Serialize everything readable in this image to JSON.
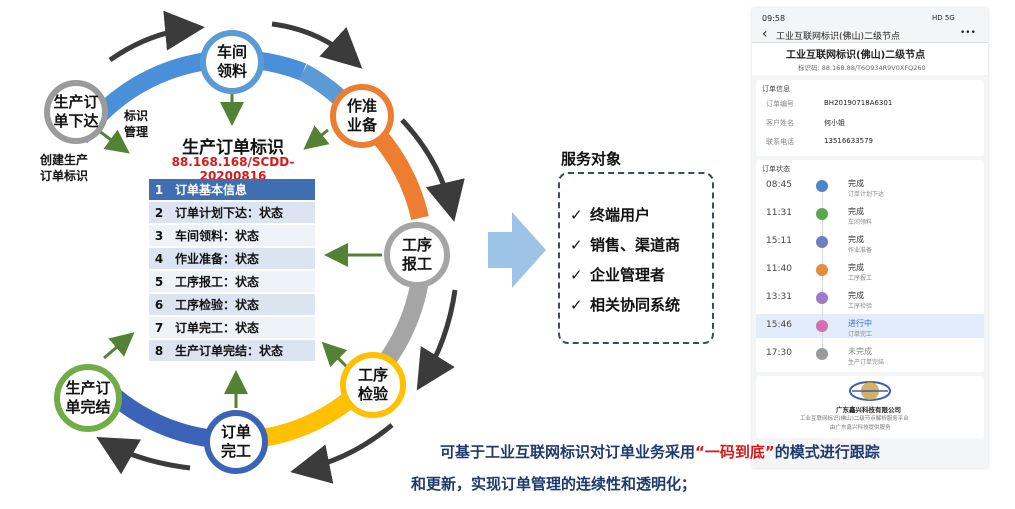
{
  "nodes": {
    "order_issue": "生产订\n单下达",
    "material": "车间\n领料",
    "prep": "作准\n业备",
    "report": "工序\n报工",
    "inspect": "工序\n检验",
    "complete": "订单\n完工",
    "close": "生产订\n单完结"
  },
  "labels": {
    "identify_mgmt": "标识\n管理",
    "create_id": "创建生产\n订单标识"
  },
  "table": {
    "title": "生产订单标识",
    "code": "88.168.168/SCDD-20200816",
    "rows": [
      {
        "num": "1",
        "text": "订单基本信息"
      },
      {
        "num": "2",
        "text": "订单计划下达：状态"
      },
      {
        "num": "3",
        "text": "车间领料：状态"
      },
      {
        "num": "4",
        "text": "作业准备：状态"
      },
      {
        "num": "5",
        "text": "工序报工：状态"
      },
      {
        "num": "6",
        "text": "工序检验：状态"
      },
      {
        "num": "7",
        "text": "订单完工：状态"
      },
      {
        "num": "8",
        "text": "生产订单完结：状态"
      }
    ]
  },
  "services": {
    "title": "服务对象",
    "check": "✓",
    "items": [
      "终端用户",
      "销售、渠道商",
      "企业管理者",
      "相关协同系统"
    ]
  },
  "phone": {
    "time": "09:58",
    "status_right": "HD 5G",
    "nav_title": "工业互联网标识(佛山)二级节点",
    "back": "‹",
    "more": "•••",
    "page_title": "工业互联网标识(佛山)二级节点",
    "id_line": "标识码: 88.168.88/T6O934R9V0XFQ260",
    "order_section": "订单信息",
    "order_fields": [
      {
        "label": "订单编号",
        "value": "BH20190718A6301"
      },
      {
        "label": "客户姓名",
        "value": "何小姐"
      },
      {
        "label": "联系电话",
        "value": "13516633579"
      }
    ],
    "status_section": "订单状态",
    "timeline": [
      {
        "time": "08:45",
        "state": "完成",
        "desc": "订单计划下达",
        "color": "#4a86c8",
        "active": false
      },
      {
        "time": "11:31",
        "state": "完成",
        "desc": "车间领料",
        "color": "#5aa84c",
        "active": false
      },
      {
        "time": "15:11",
        "state": "完成",
        "desc": "作业准备",
        "color": "#6a7fc4",
        "active": false
      },
      {
        "time": "11:40",
        "state": "完成",
        "desc": "工序报工",
        "color": "#e68a3c",
        "active": false
      },
      {
        "time": "13:31",
        "state": "完成",
        "desc": "工序检验",
        "color": "#9a7cc8",
        "active": false
      },
      {
        "time": "15:46",
        "state": "进行中",
        "desc": "订单完工",
        "color": "#d56fb0",
        "active": true
      },
      {
        "time": "17:30",
        "state": "未完成",
        "desc": "生产订单完结",
        "color": "#9a9a9a",
        "active": false
      }
    ],
    "company": "广东鑫兴科技有限公司",
    "footer1": "工业互联网标识(佛山)二级节点解析服务平台",
    "footer2": "由广东鑫兴科技提供服务"
  },
  "caption": {
    "l1_a": "可基于工业互联网标识对订单业务采用",
    "l1_hl": "“一码到底”",
    "l1_b": "的模式进行跟踪",
    "l2": "和更新，实现订单管理的连续性和透明化；"
  },
  "colors": {
    "arc_blue": "#4a90d9",
    "arc_orange": "#ed7d31",
    "arc_gray": "#a5a5a5",
    "arc_yellow": "#ffc000",
    "arc_navy": "#3b64b8",
    "node_green": "#70ad47",
    "table_header": "#3f6fb0",
    "row_alt": "#dce4f2",
    "big_arrow": "#9dc3e6"
  }
}
